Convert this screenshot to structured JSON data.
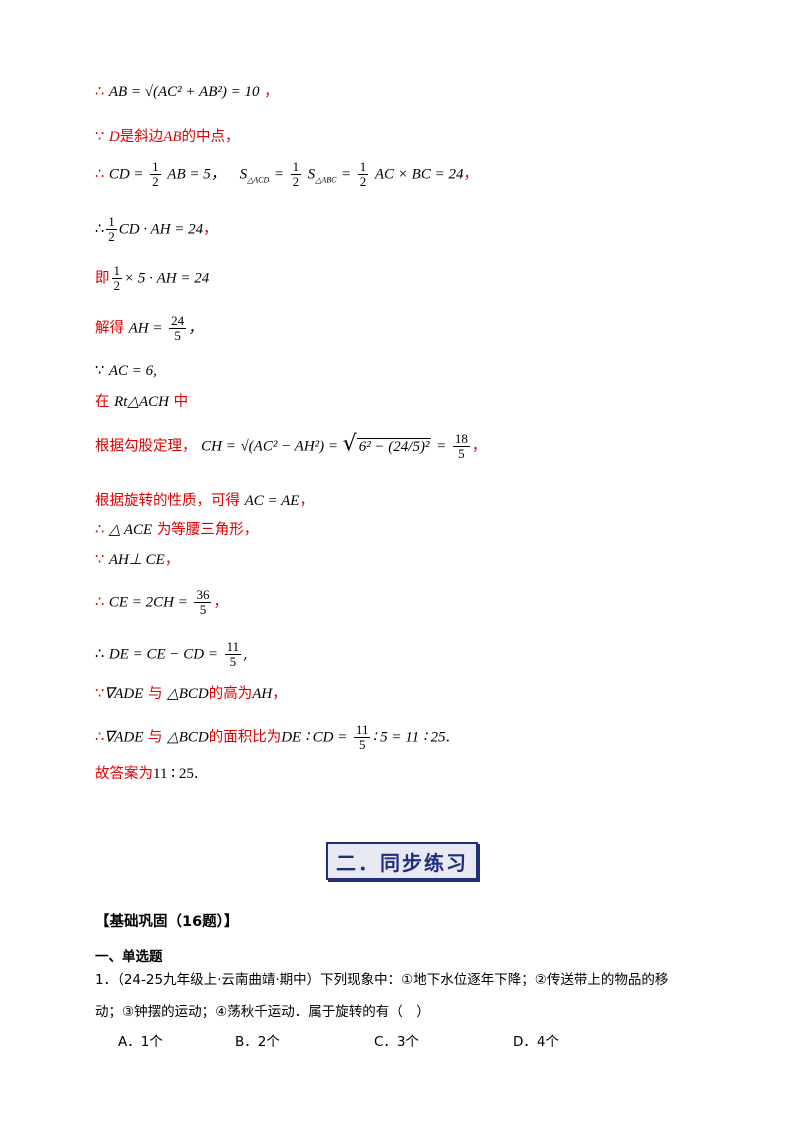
{
  "lines": {
    "l1": {
      "a": "∴",
      "b": "AB = √(AC² + AB²) = 10",
      "c": "，"
    },
    "l2": {
      "a": "∵",
      "b": "D",
      "c": "是斜边",
      "d": "AB",
      "e": "的中点，"
    },
    "l3": {
      "a": "∴",
      "b": "CD =",
      "f1n": "1",
      "f1d": "2",
      "c": "AB = 5，",
      "d": "S",
      "e": "△ACD",
      "f": "=",
      "f2n": "1",
      "f2d": "2",
      "g": "S",
      "h": "△ABC",
      "i": "=",
      "f3n": "1",
      "f3d": "2",
      "j": "AC × BC = 24",
      "k": "，"
    },
    "l4": {
      "a": "∴",
      "fn": "1",
      "fd": "2",
      "b": "CD · AH = 24",
      "c": "，"
    },
    "l5": {
      "a": "即",
      "fn": "1",
      "fd": "2",
      "b": "× 5 · AH = 24"
    },
    "l6": {
      "a": "解得",
      "b": "AH =",
      "fn": "24",
      "fd": "5",
      "c": "，"
    },
    "l7": {
      "a": "∵",
      "b": "AC = 6,"
    },
    "l8": {
      "a": "在",
      "b": "Rt△ACH",
      "c": "中"
    },
    "l9": {
      "a": "根据勾股定理，",
      "b": "CH =",
      "c": "√(AC² − AH²) =",
      "d": "6² − (24/5)²",
      "e": "=",
      "fn": "18",
      "fd": "5",
      "f": "，"
    },
    "l10": {
      "a": "根据旋转的性质，可得",
      "b": "AC = AE",
      "c": "，"
    },
    "l11": {
      "a": "∴",
      "b": "△ ACE",
      "c": "为等腰三角形，"
    },
    "l12": {
      "a": "∵",
      "b": "AH⊥ CE",
      "c": "，"
    },
    "l13": {
      "a": "∴",
      "b": "CE = 2CH =",
      "fn": "36",
      "fd": "5",
      "c": "，"
    },
    "l14": {
      "a": "∴",
      "b": "DE = CE − CD =",
      "fn": "11",
      "fd": "5",
      "c": ","
    },
    "l15": {
      "a": "∵",
      "b": "∇ADE",
      "c": "与",
      "d": "△BCD",
      "e": "的高为",
      "f": "AH",
      "g": "，"
    },
    "l16": {
      "a": "∴",
      "b": "∇ADE",
      "c": "与",
      "d": "△BCD",
      "e": "的面积比为",
      "f": "DE ∶ CD =",
      "fn": "11",
      "fd": "5",
      "g": "∶ 5 = 11 ∶ 25",
      "h": "."
    },
    "l17": {
      "a": "故答案为",
      "b": "11 ∶ 25",
      "c": "."
    }
  },
  "banner": "二．同步练习",
  "section_title": "【基础巩固（16题）】",
  "sub_title": "一、单选题",
  "question": {
    "line1": "1．（24-25九年级上·云南曲靖·期中）下列现象中：①地下水位逐年下降；②传送带上的物品的移",
    "line2": "动；③钟摆的运动；④荡秋千运动．属于旋转的有（　）",
    "options": [
      "A．1个",
      "B．2个",
      "C．3个",
      "D．4个"
    ]
  }
}
